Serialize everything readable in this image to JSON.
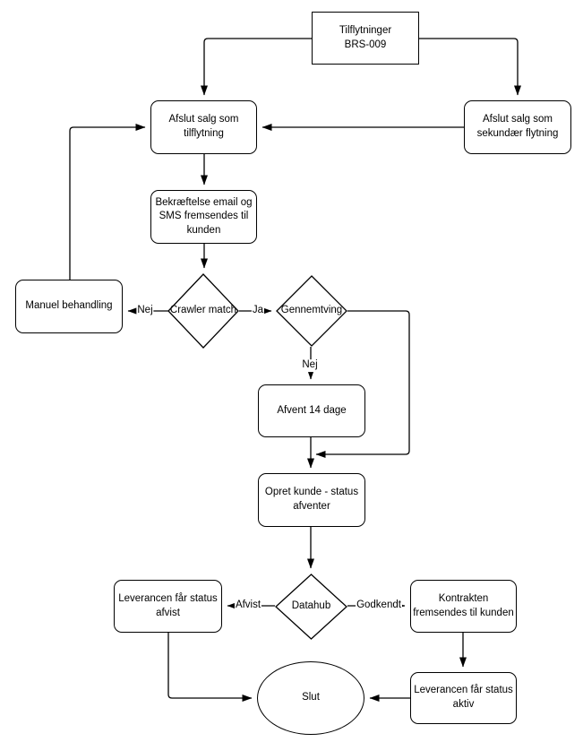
{
  "diagram": {
    "colors": {
      "stroke": "#000000",
      "node_fill": "#ffffff",
      "text": "#000000"
    },
    "nodes": {
      "start": {
        "label": "Tilflytninger\nBRS-009",
        "shape": "rectangle"
      },
      "afslut_tilflytning": {
        "label": "Afslut salg som\ntilflytning",
        "shape": "rounded-rectangle"
      },
      "afslut_sekundaer": {
        "label": "Afslut salg som\nsekundær flytning",
        "shape": "rounded-rectangle"
      },
      "bekraeftelse": {
        "label": "Bekræftelse email og\nSMS fremsendes til\nkunden",
        "shape": "rounded-rectangle"
      },
      "manuel_behandling": {
        "label": "Manuel behandling",
        "shape": "rounded-rectangle"
      },
      "crawler_match": {
        "label": "Crawler match",
        "shape": "diamond"
      },
      "gennemtving": {
        "label": "Gennemtving",
        "shape": "diamond"
      },
      "afvent_14_dage": {
        "label": "Afvent 14 dage",
        "shape": "rounded-rectangle"
      },
      "opret_kunde": {
        "label": "Opret kunde - status\nafventer",
        "shape": "rounded-rectangle"
      },
      "datahub": {
        "label": "Datahub",
        "shape": "diamond"
      },
      "leverance_afvist": {
        "label": "Leverancen får status\nafvist",
        "shape": "rounded-rectangle"
      },
      "kontrakten": {
        "label": "Kontrakten\nfremsendes til kunden",
        "shape": "rounded-rectangle"
      },
      "leverance_aktiv": {
        "label": "Leverancen får status\naktiv",
        "shape": "rounded-rectangle"
      },
      "slut": {
        "label": "Slut",
        "shape": "ellipse"
      }
    },
    "edges": [
      {
        "from": "start",
        "to": "afslut_tilflytning",
        "label": ""
      },
      {
        "from": "start",
        "to": "afslut_sekundaer",
        "label": ""
      },
      {
        "from": "afslut_sekundaer",
        "to": "afslut_tilflytning",
        "label": ""
      },
      {
        "from": "afslut_tilflytning",
        "to": "bekraeftelse",
        "label": ""
      },
      {
        "from": "bekraeftelse",
        "to": "crawler_match",
        "label": ""
      },
      {
        "from": "crawler_match",
        "to": "manuel_behandling",
        "label": "Nej"
      },
      {
        "from": "crawler_match",
        "to": "gennemtving",
        "label": "Ja"
      },
      {
        "from": "manuel_behandling",
        "to": "afslut_tilflytning",
        "label": ""
      },
      {
        "from": "gennemtving",
        "to": "afvent_14_dage",
        "label": "Nej"
      },
      {
        "from": "gennemtving",
        "to": "opret_kunde",
        "label": ""
      },
      {
        "from": "afvent_14_dage",
        "to": "opret_kunde",
        "label": ""
      },
      {
        "from": "opret_kunde",
        "to": "datahub",
        "label": ""
      },
      {
        "from": "datahub",
        "to": "leverance_afvist",
        "label": "Afvist"
      },
      {
        "from": "datahub",
        "to": "kontrakten",
        "label": "Godkendt"
      },
      {
        "from": "kontrakten",
        "to": "leverance_aktiv",
        "label": ""
      },
      {
        "from": "leverance_aktiv",
        "to": "slut",
        "label": ""
      },
      {
        "from": "leverance_afvist",
        "to": "slut",
        "label": ""
      }
    ]
  }
}
